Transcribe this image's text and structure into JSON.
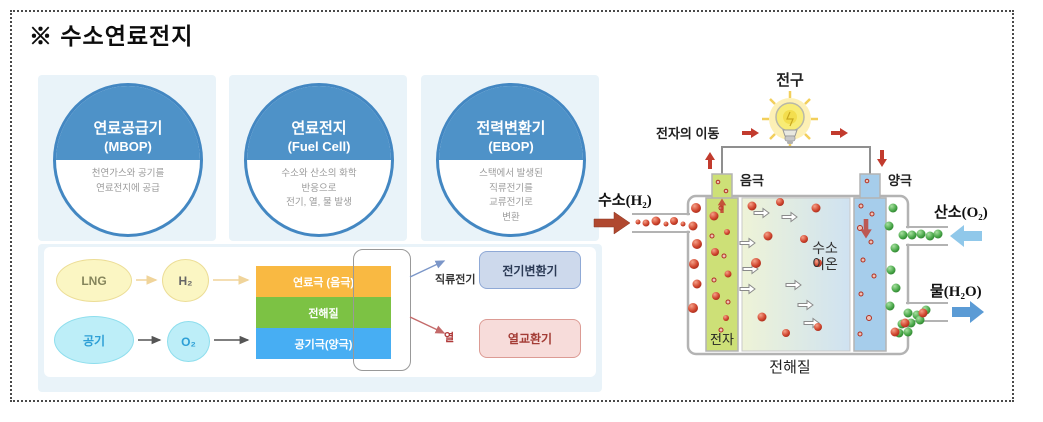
{
  "title": "※ 수소연료전지",
  "stages": [
    {
      "name": "연료공급기",
      "code": "(MBOP)",
      "desc": "천연가스와 공기를\n연료전지에 공급"
    },
    {
      "name": "연료전지",
      "code": "(Fuel Cell)",
      "desc": "수소와 산소의 화학\n반응으로\n전기, 열, 물 발생"
    },
    {
      "name": "전력변환기",
      "code": "(EBOP)",
      "desc": "스택에서 발생된\n직류전기를\n교류전기로\n변환"
    }
  ],
  "flow": {
    "lng": "LNG",
    "h2": "H₂",
    "air": "공기",
    "o2": "O₂",
    "stack_anode": "연료극 (음극)",
    "stack_electrolyte": "전해질",
    "stack_cathode": "공기극(양극)",
    "dc_label": "직류전기",
    "heat_label": "열",
    "power_converter": "전기변환기",
    "heat_exchanger": "열교환기"
  },
  "cell": {
    "bulb": "전구",
    "electron_flow": "전자의 이동",
    "anode": "음극",
    "cathode": "양극",
    "hydrogen_in": "수소(H₂)",
    "oxygen_in": "산소(O₂)",
    "water_out": "물(H₂O)",
    "electron": "전자",
    "ion_line1": "수소",
    "ion_line2": "이온",
    "electrolyte": "전해질"
  },
  "colors": {
    "panel_bg": "#e9f3f9",
    "circle_blue": "#4e92c8",
    "stack_orange": "#f9b942",
    "stack_green": "#7cc244",
    "stack_blue": "#47aef3",
    "converter_fill": "#cdd9ec",
    "exchanger_fill": "#f7dcda",
    "anode_green": "#cde077",
    "cathode_blue": "#a6cdeb",
    "red_particle": "#c23b2e",
    "green_particle": "#3f9e3f"
  }
}
